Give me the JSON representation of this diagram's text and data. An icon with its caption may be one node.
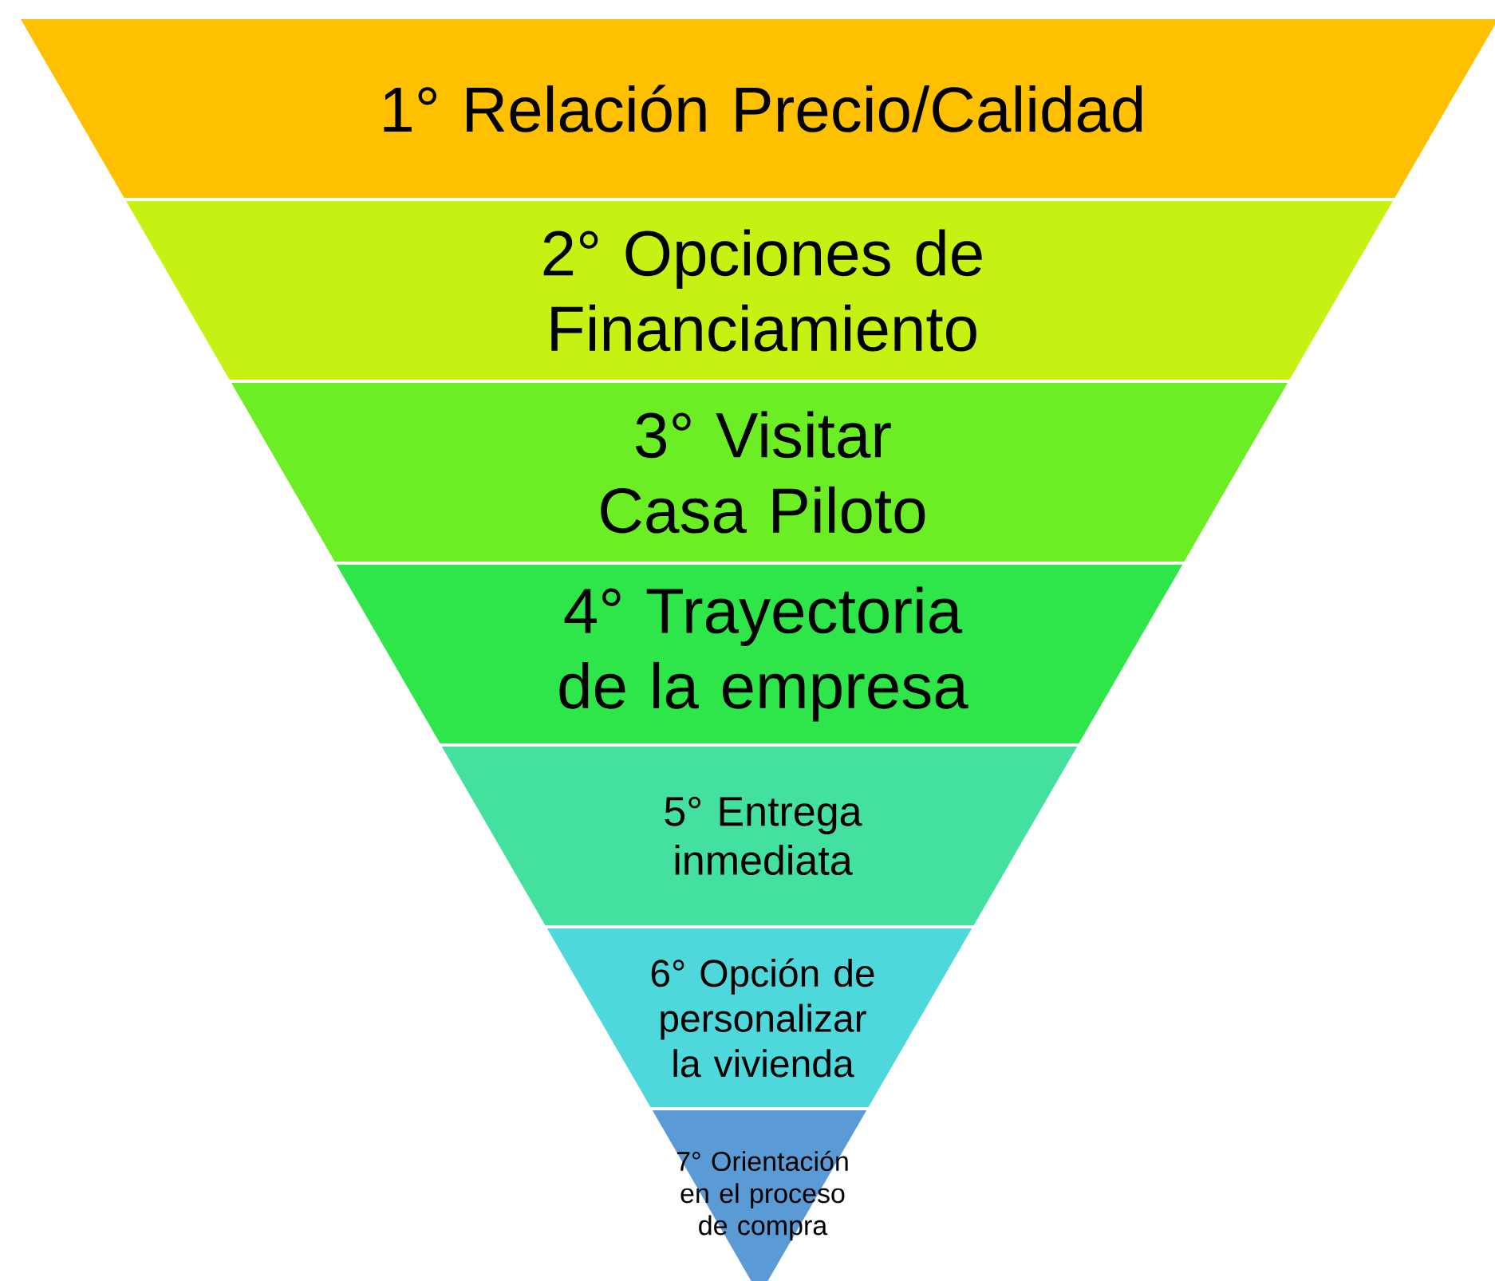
{
  "diagram": {
    "nodes": [
      {
        "text": [
          "1° Relación Precio/Calidad"
        ]
      },
      {
        "text": [
          "2° Opciones de Financiamiento"
        ]
      },
      {
        "text": [
          "3° Visitar Casa Piloto"
        ]
      },
      {
        "text": [
          "4° Trayectoria de la empresa"
        ]
      },
      {
        "text": [
          "5° Entrega inmediata"
        ]
      },
      {
        "text": [
          "6° Opción de personalizar la vivienda"
        ]
      },
      {
        "text": [
          "7° Orientación en el proceso de compra"
        ]
      }
    ]
  }
}
